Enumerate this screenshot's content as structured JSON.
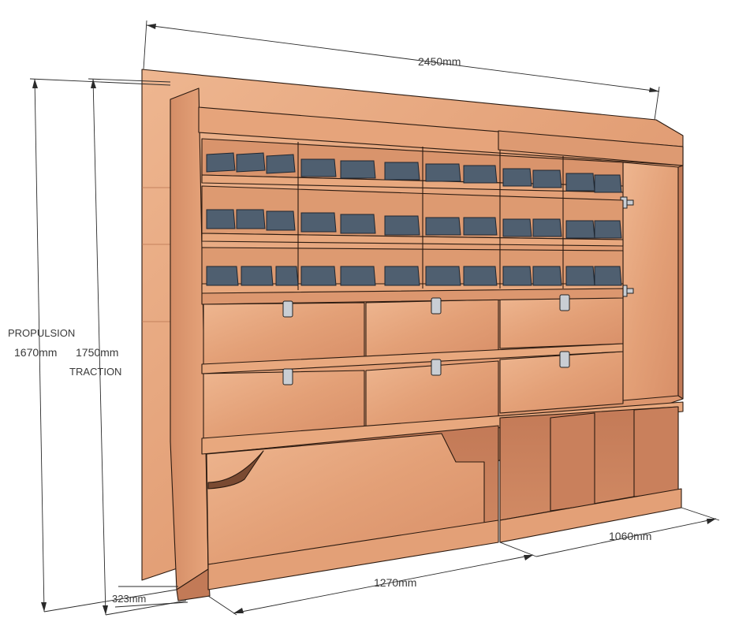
{
  "dimensions": {
    "overall_width": "2450mm",
    "propulsion_label": "PROPULSION",
    "propulsion_height": "1670mm",
    "traction_height": "1750mm",
    "traction_label": "TRACTION",
    "depth": "323mm",
    "left_unit_width": "1270mm",
    "right_unit_width": "1060mm"
  },
  "colors": {
    "wood_light": "#e9aa82",
    "wood_mid": "#dc9670",
    "wood_dark": "#c9805c",
    "wood_shadow": "#b8704f",
    "bin": "#4f5f70",
    "outline": "#2b1a10"
  },
  "icons": [
    "drawer-latch-icon",
    "door-hinge-icon",
    "storage-bin-icon"
  ]
}
